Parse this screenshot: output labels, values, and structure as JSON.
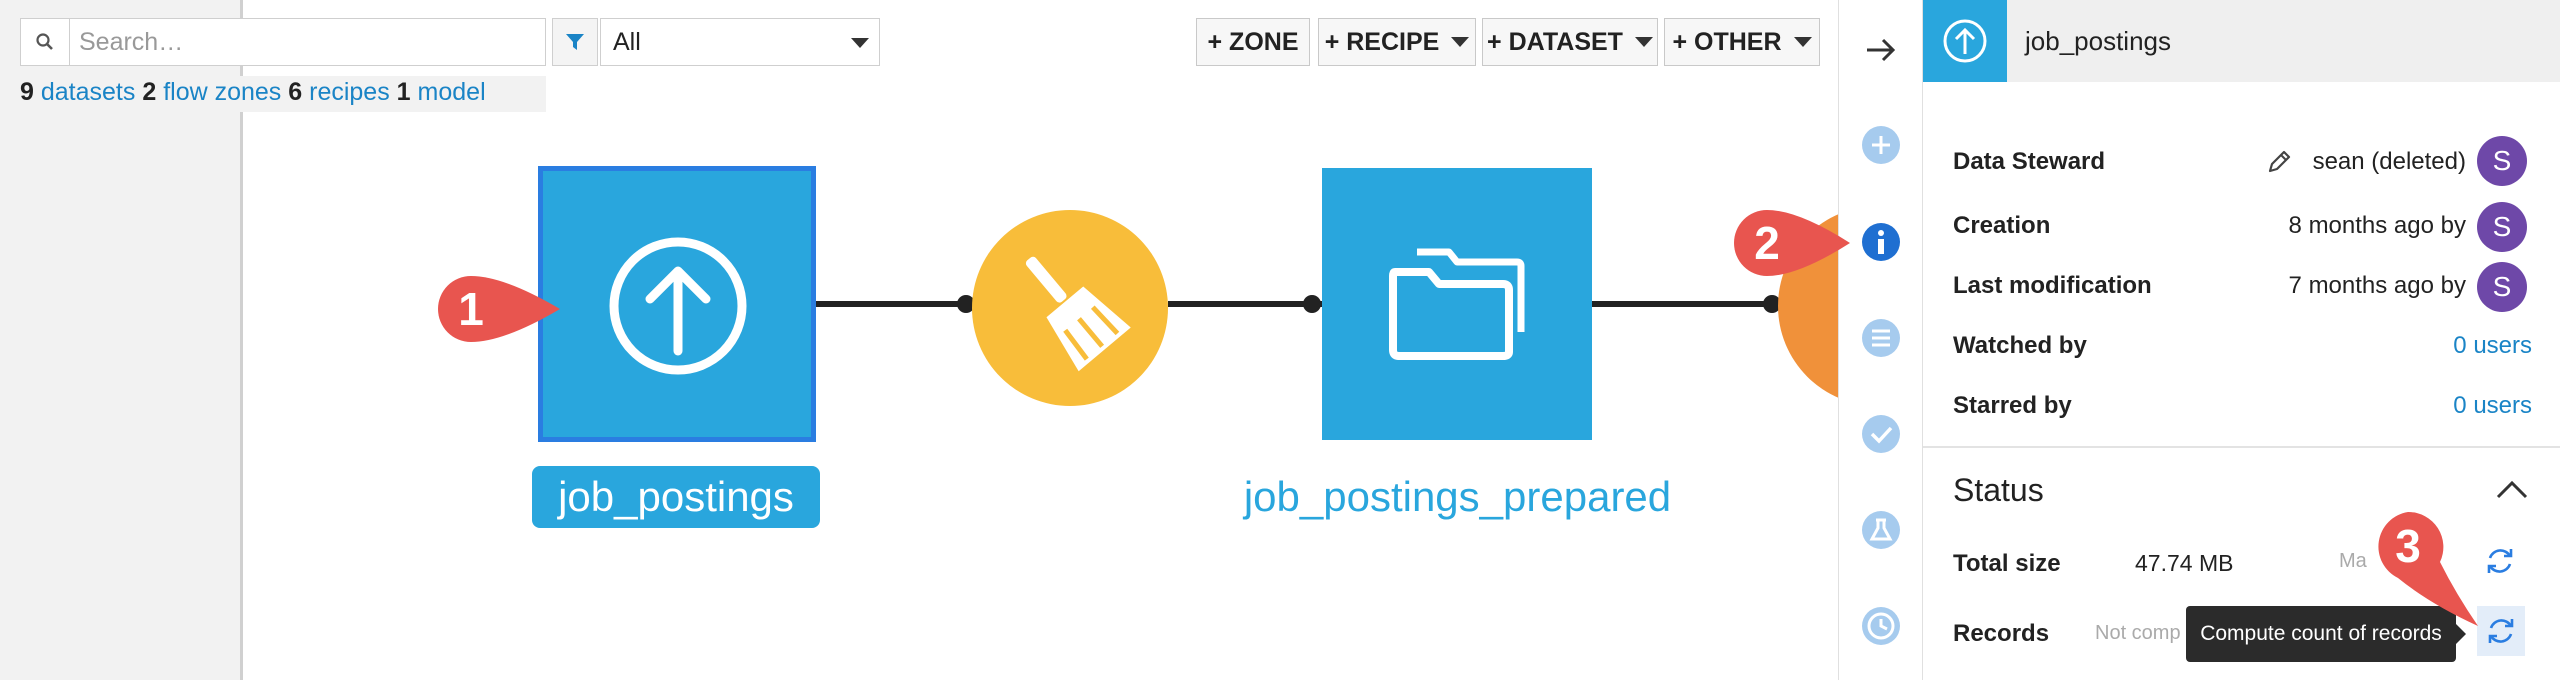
{
  "toolbar": {
    "search_placeholder": "Search…",
    "filter_value": "All",
    "buttons": {
      "zone": "+ ZONE",
      "recipe": "+ RECIPE",
      "dataset": "+ DATASET",
      "other": "+ OTHER"
    }
  },
  "stats": {
    "datasets_count": "9",
    "datasets_label": "datasets",
    "zones_count": "2",
    "zones_label": "flow zones",
    "recipes_count": "6",
    "recipes_label": "recipes",
    "models_count": "1",
    "models_label": "model"
  },
  "flow": {
    "dataset_source_label": "job_postings",
    "dataset_output_label": "job_postings_prepared"
  },
  "callouts": {
    "one": "1",
    "two": "2",
    "three": "3"
  },
  "panel": {
    "title": "job_postings",
    "rows": {
      "data_steward": {
        "label": "Data Steward",
        "value": "sean (deleted)",
        "avatar": "S"
      },
      "creation": {
        "label": "Creation",
        "value": "8 months ago by",
        "avatar": "S"
      },
      "last_modification": {
        "label": "Last modification",
        "value": "7 months ago by",
        "avatar": "S"
      },
      "watched_by": {
        "label": "Watched by",
        "value": "0 users"
      },
      "starred_by": {
        "label": "Starred by",
        "value": "0 users"
      }
    },
    "status": {
      "title": "Status",
      "total_size_label": "Total size",
      "total_size_value": "47.74 MB",
      "total_size_extra": "Ma",
      "records_label": "Records",
      "records_value": "Not comp",
      "tooltip": "Compute count of records"
    }
  },
  "colors": {
    "dataset_blue": "#29a6dd",
    "selection_border": "#2a7de1",
    "recipe_yellow": "#f8bd3a",
    "model_orange": "#f0913a",
    "link_blue": "#1a84c6",
    "callout_red": "#e8554f",
    "avatar_purple": "#6e48a8",
    "info_active_blue": "#1f6fd1",
    "rail_icon_light": "#a6cbee"
  }
}
